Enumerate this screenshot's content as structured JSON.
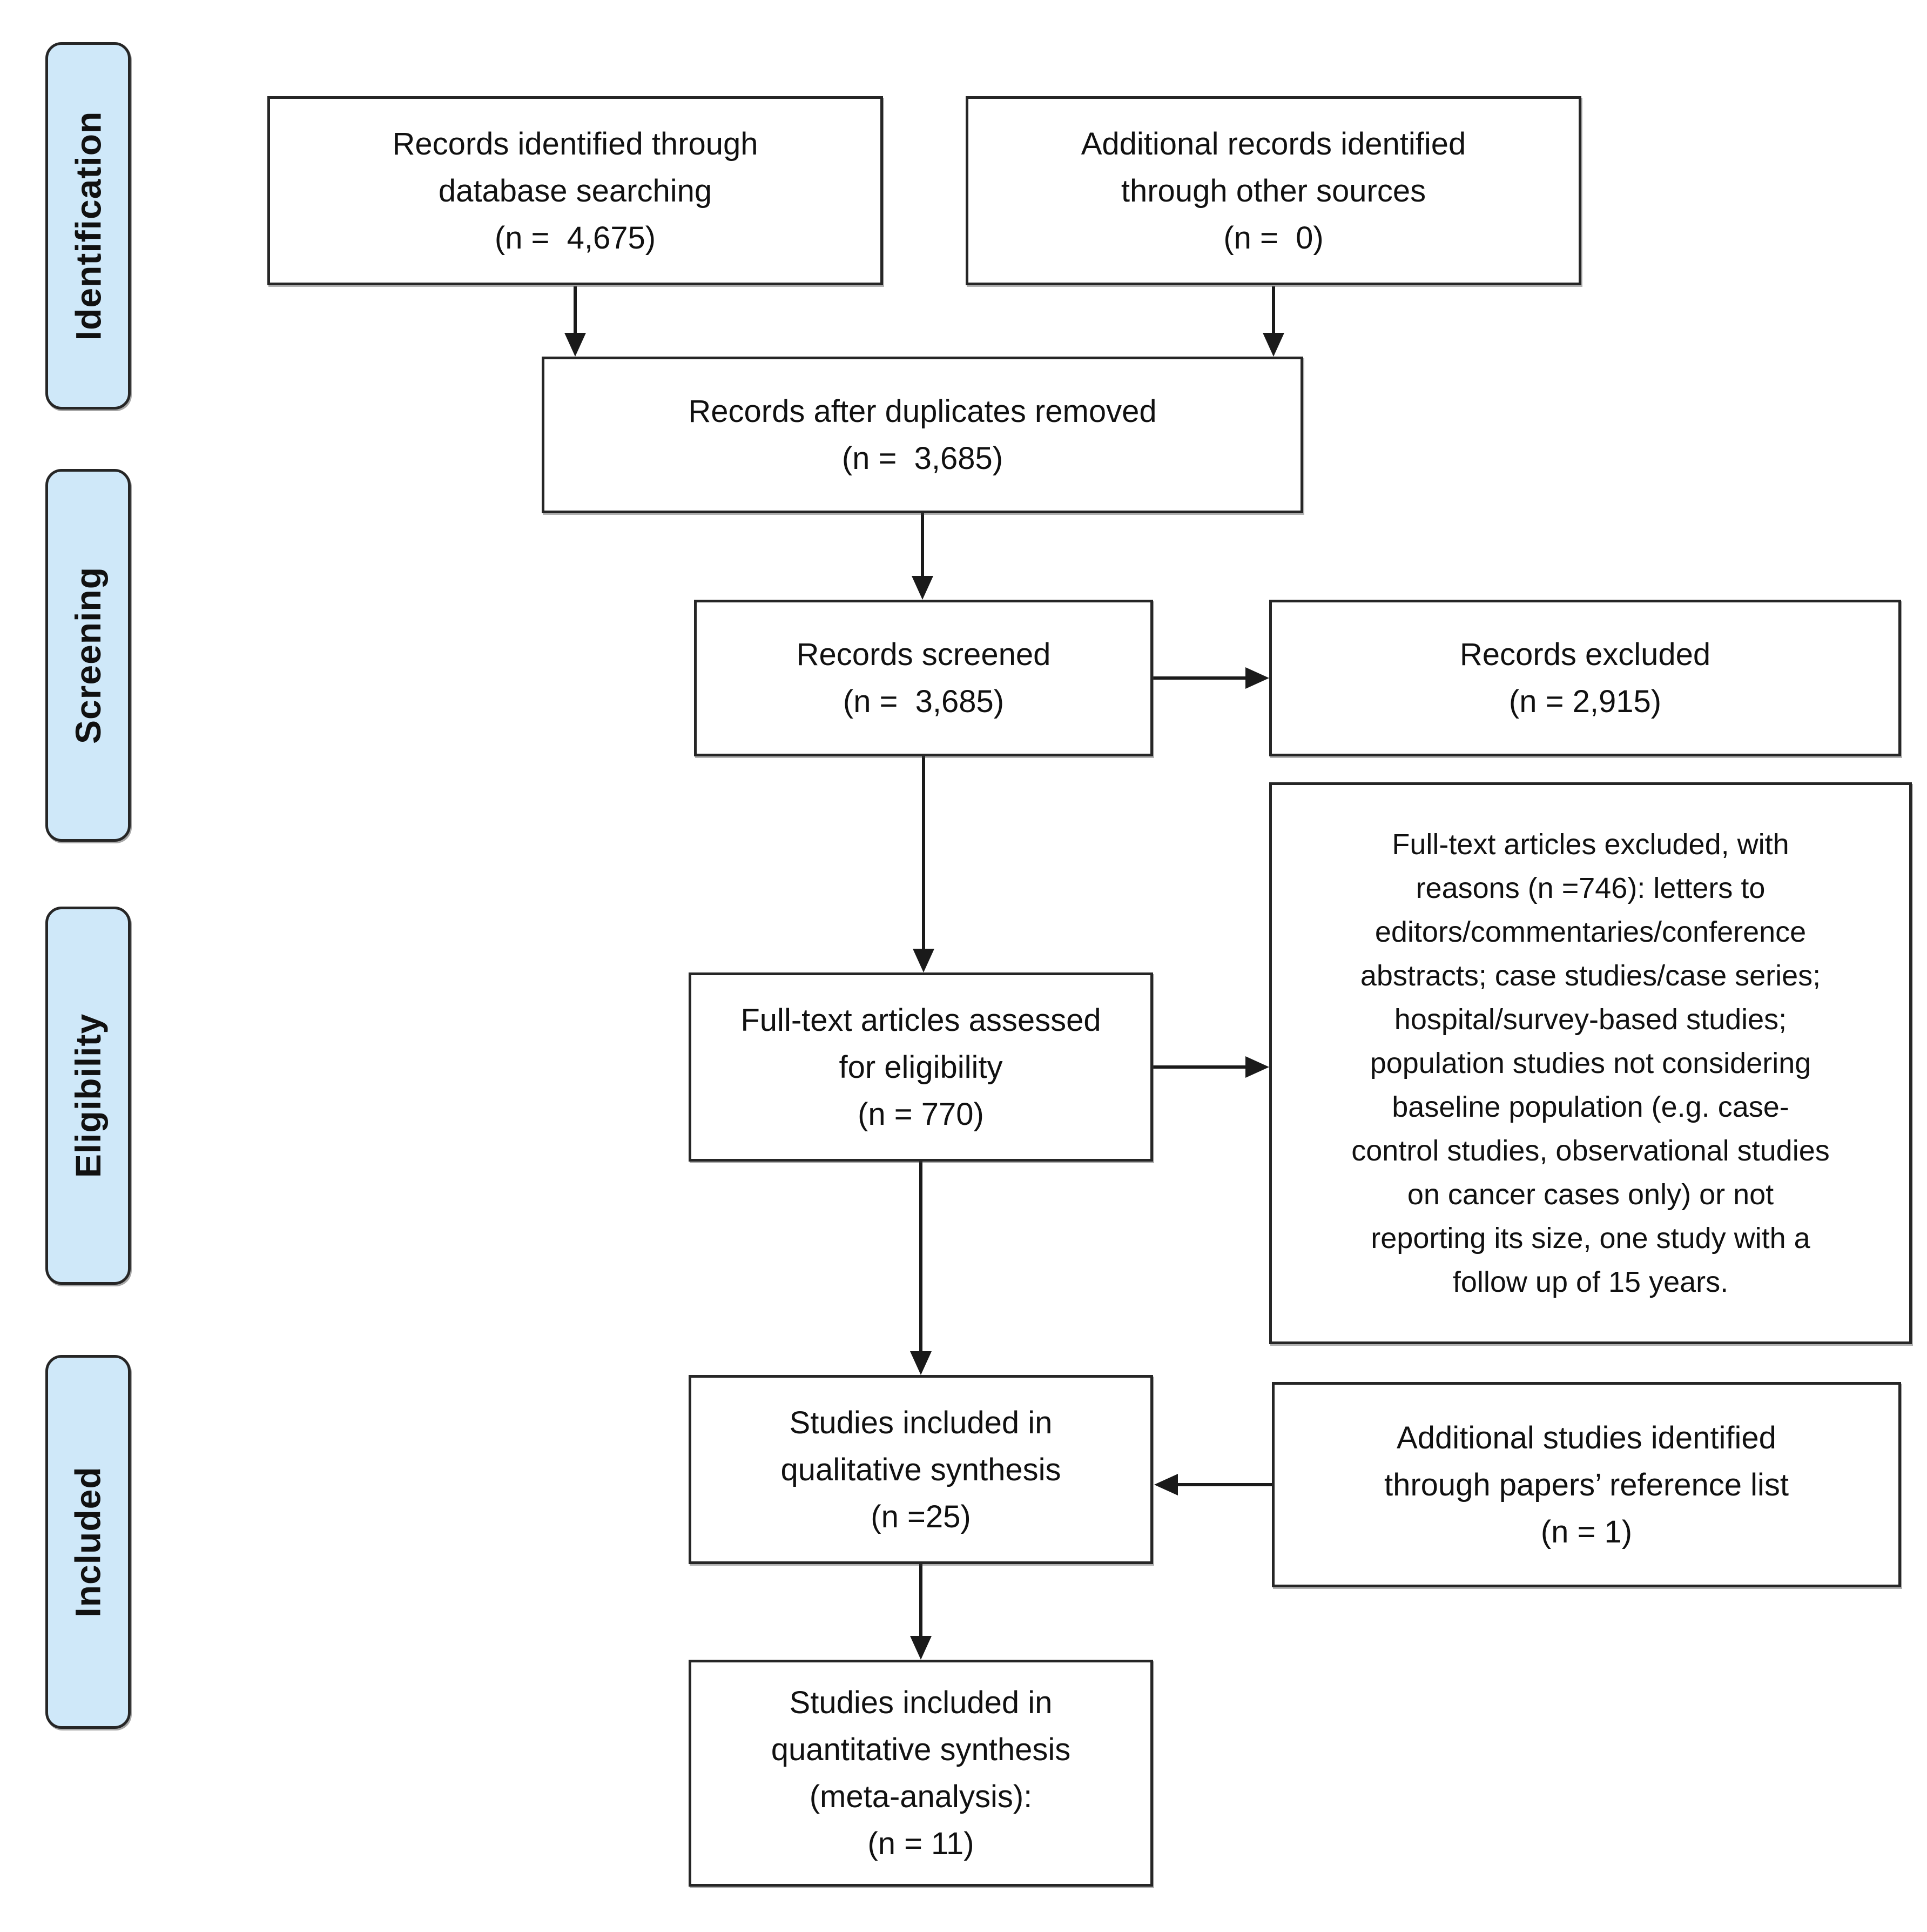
{
  "colors": {
    "stage_fill": "#cfe8f9",
    "box_border": "#262626",
    "background": "#ffffff",
    "arrow": "#1a1a1a"
  },
  "stages": [
    {
      "label": "Identification"
    },
    {
      "label": "Screening"
    },
    {
      "label": "Eligibility"
    },
    {
      "label": "Included"
    }
  ],
  "boxes": {
    "identified_db": "Records identified through\ndatabase searching\n(n =  4,675)",
    "other_sources": "Additional records identified\nthrough other sources\n(n =  0)",
    "after_duplicates": "Records after duplicates removed\n(n =  3,685)",
    "screened": "Records screened\n(n =  3,685)",
    "excluded": "Records excluded\n(n = 2,915)",
    "fulltext_assessed": "Full-text articles assessed\nfor eligibility\n(n = 770)",
    "fulltext_excluded": "Full-text articles excluded, with\nreasons (n =746): letters to\neditors/commentaries/conference\nabstracts; case studies/case series;\nhospital/survey-based studies;\npopulation studies not considering\nbaseline population (e.g. case-\ncontrol studies, observational studies\non cancer cases only) or not\nreporting its size, one study with a\nfollow up of 15 years.",
    "qualitative": "Studies included in\nqualitative synthesis\n(n =25)",
    "additional_refs": "Additional studies identified\nthrough papers’ reference list\n(n = 1)",
    "quantitative": "Studies included in\nquantitative synthesis\n(meta-analysis):\n(n = 11)"
  }
}
